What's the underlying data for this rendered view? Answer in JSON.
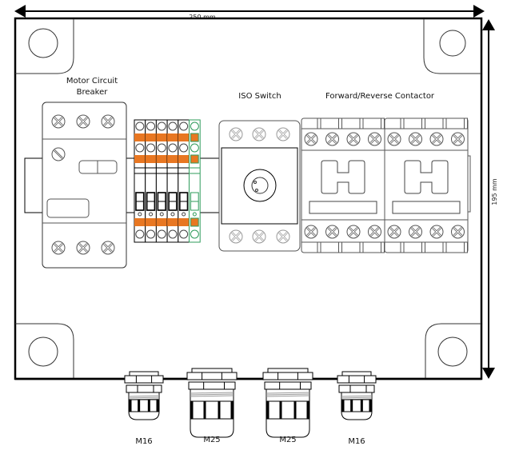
{
  "dimensions": {
    "width_label": "250 mm",
    "height_label": "195 mm"
  },
  "components": {
    "motor_circuit_breaker": {
      "label_line1": "Motor Circuit",
      "label_line2": "Breaker"
    },
    "terminal_block": {
      "terminal_count": 6,
      "earth_terminals": 1,
      "accent_color": "#e87722",
      "earth_color": "#2e9b5a"
    },
    "iso_switch": {
      "label": "ISO Switch"
    },
    "contactor": {
      "label": "Forward/Reverse Contactor",
      "units": 2
    }
  },
  "glands": [
    {
      "label": "M16"
    },
    {
      "label": "M25"
    },
    {
      "label": "M25"
    },
    {
      "label": "M16"
    }
  ],
  "colors": {
    "stroke": "#000000",
    "terminal_orange": "#e87722",
    "earth_green": "#2e9b5a"
  }
}
